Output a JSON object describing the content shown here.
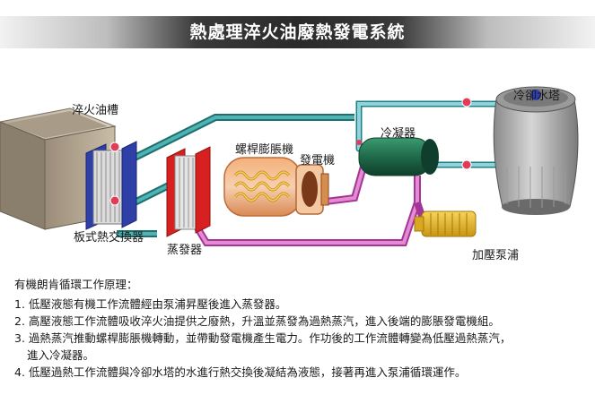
{
  "title": "熱處理淬火油廢熱發電系統",
  "labels": {
    "quench_tank": "淬火油槽",
    "heat_exchanger": "板式熱交換器",
    "evaporator": "蒸發器",
    "screw_expander": "螺桿膨脹機",
    "generator": "發電機",
    "condenser": "冷凝器",
    "cooling_tower": "冷卻水塔",
    "pump": "加壓泵浦"
  },
  "description": {
    "intro": "有機朗肯循環工作原理：",
    "steps": [
      "1. 低壓液態有機工作流體經由泵浦昇壓後進入蒸發器。",
      "2. 高壓液態工作流體吸收淬火油提供之廢熱，升溫並蒸發為過熱蒸汽，進入後端的膨脹發電機組。",
      "3. 過熱蒸汽推動螺桿膨脹機轉動，並帶動發電機產生電力。作功後的工作流體轉變為低壓過熱蒸汽，",
      "進入冷凝器。",
      "4. 低壓過熱工作流體與冷卻水塔的水進行熱交換後凝結為液態，接著再進入泵浦循環運作。"
    ]
  },
  "colors": {
    "oil_pipe": "#2a8a8a",
    "cool_pipe": "#7fc3d6",
    "working_pipe": "#c04fb0",
    "heat_exchanger": "#2f3fa8",
    "evaporator": "#d82020",
    "condenser": "#1f6a4a",
    "pump": "#e8b71f"
  }
}
